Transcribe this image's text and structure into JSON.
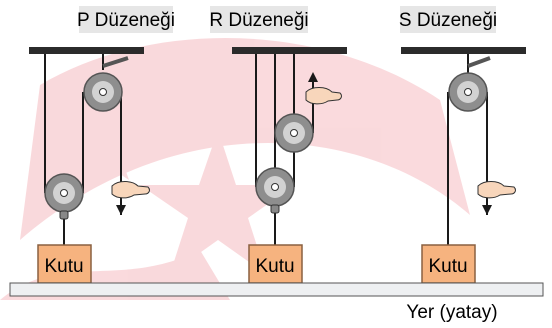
{
  "labels": {
    "p": "P Düzeneği",
    "r": "R Düzeneği",
    "s": "S Düzeneği",
    "box_p": "Kutu",
    "box_r": "Kutu",
    "box_s": "Kutu",
    "ground": "Yer (yatay)"
  },
  "colors": {
    "title_bg": "#e6e6e6",
    "ceiling": "#2b2b2b",
    "pulley_outer": "#8e8e8e",
    "pulley_inner": "#d2d2d2",
    "box_fill": "#f6b37f",
    "box_stroke": "#8a6040",
    "ground_fill": "#eef0f2",
    "ground_stroke": "#555555",
    "watermark": "#e0192b",
    "hand_fill": "#f8d6bb"
  }
}
